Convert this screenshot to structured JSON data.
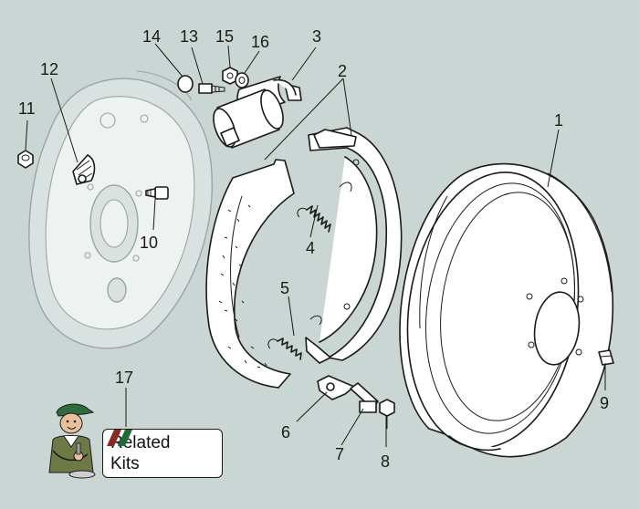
{
  "callouts": [
    {
      "id": "1",
      "label": "1"
    },
    {
      "id": "2",
      "label": "2"
    },
    {
      "id": "3",
      "label": "3"
    },
    {
      "id": "4",
      "label": "4"
    },
    {
      "id": "5",
      "label": "5"
    },
    {
      "id": "6",
      "label": "6"
    },
    {
      "id": "7",
      "label": "7"
    },
    {
      "id": "8",
      "label": "8"
    },
    {
      "id": "9",
      "label": "9"
    },
    {
      "id": "10",
      "label": "10"
    },
    {
      "id": "11",
      "label": "11"
    },
    {
      "id": "12",
      "label": "12"
    },
    {
      "id": "13",
      "label": "13"
    },
    {
      "id": "14",
      "label": "14"
    },
    {
      "id": "15",
      "label": "15"
    },
    {
      "id": "16",
      "label": "16"
    },
    {
      "id": "17",
      "label": "17"
    }
  ],
  "kits_button": {
    "line1": "Related",
    "line2": "Kits",
    "stripe_colors": [
      "#8b2a1e",
      "#1f6b3a"
    ]
  },
  "colors": {
    "background": "#c9d6d3",
    "ink": "#1a1a1a",
    "backplate_ghost": "#9aa4a2"
  },
  "icons": {
    "mechanic": "mechanic-mascot-icon",
    "stripes": "kit-stripes-icon"
  }
}
